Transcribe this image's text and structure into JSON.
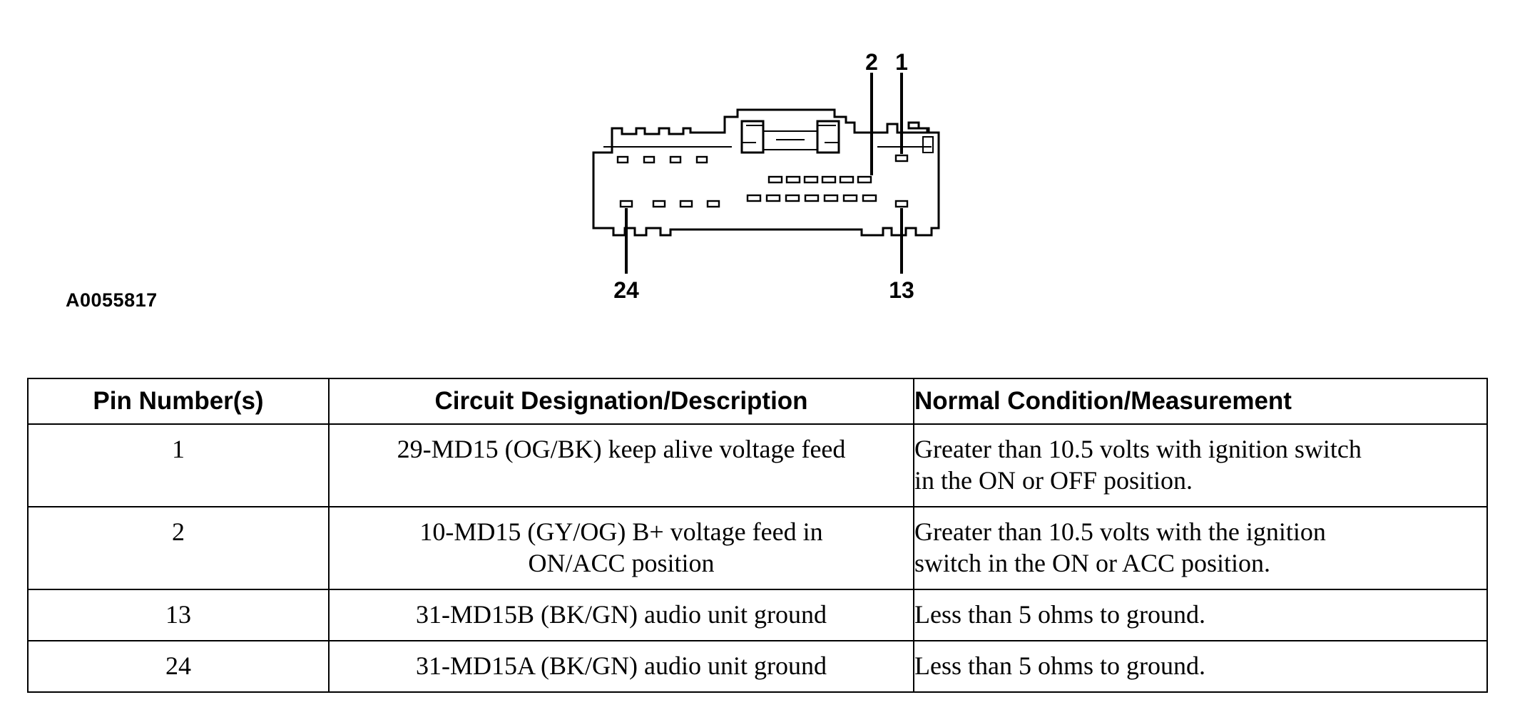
{
  "figure": {
    "id": "A0055817",
    "pin_labels": [
      "2",
      "1",
      "24",
      "13"
    ]
  },
  "table": {
    "headers": [
      "Pin Number(s)",
      "Circuit Designation/Description",
      "Normal Condition/Measurement"
    ],
    "rows": [
      {
        "pin": "1",
        "circuit": [
          "29-MD15 (OG/BK) keep alive voltage feed"
        ],
        "condition": [
          "Greater than 10.5 volts with ignition switch",
          "in the ON or OFF position."
        ]
      },
      {
        "pin": "2",
        "circuit": [
          "10-MD15 (GY/OG) B+ voltage feed in",
          "ON/ACC position"
        ],
        "condition": [
          "Greater than 10.5 volts with the ignition",
          "switch in the ON or ACC position."
        ]
      },
      {
        "pin": "13",
        "circuit": [
          "31-MD15B (BK/GN) audio unit ground"
        ],
        "condition": [
          "Less than 5 ohms to ground."
        ]
      },
      {
        "pin": "24",
        "circuit": [
          "31-MD15A (BK/GN) audio unit ground"
        ],
        "condition": [
          "Less than 5 ohms to ground."
        ]
      }
    ]
  }
}
